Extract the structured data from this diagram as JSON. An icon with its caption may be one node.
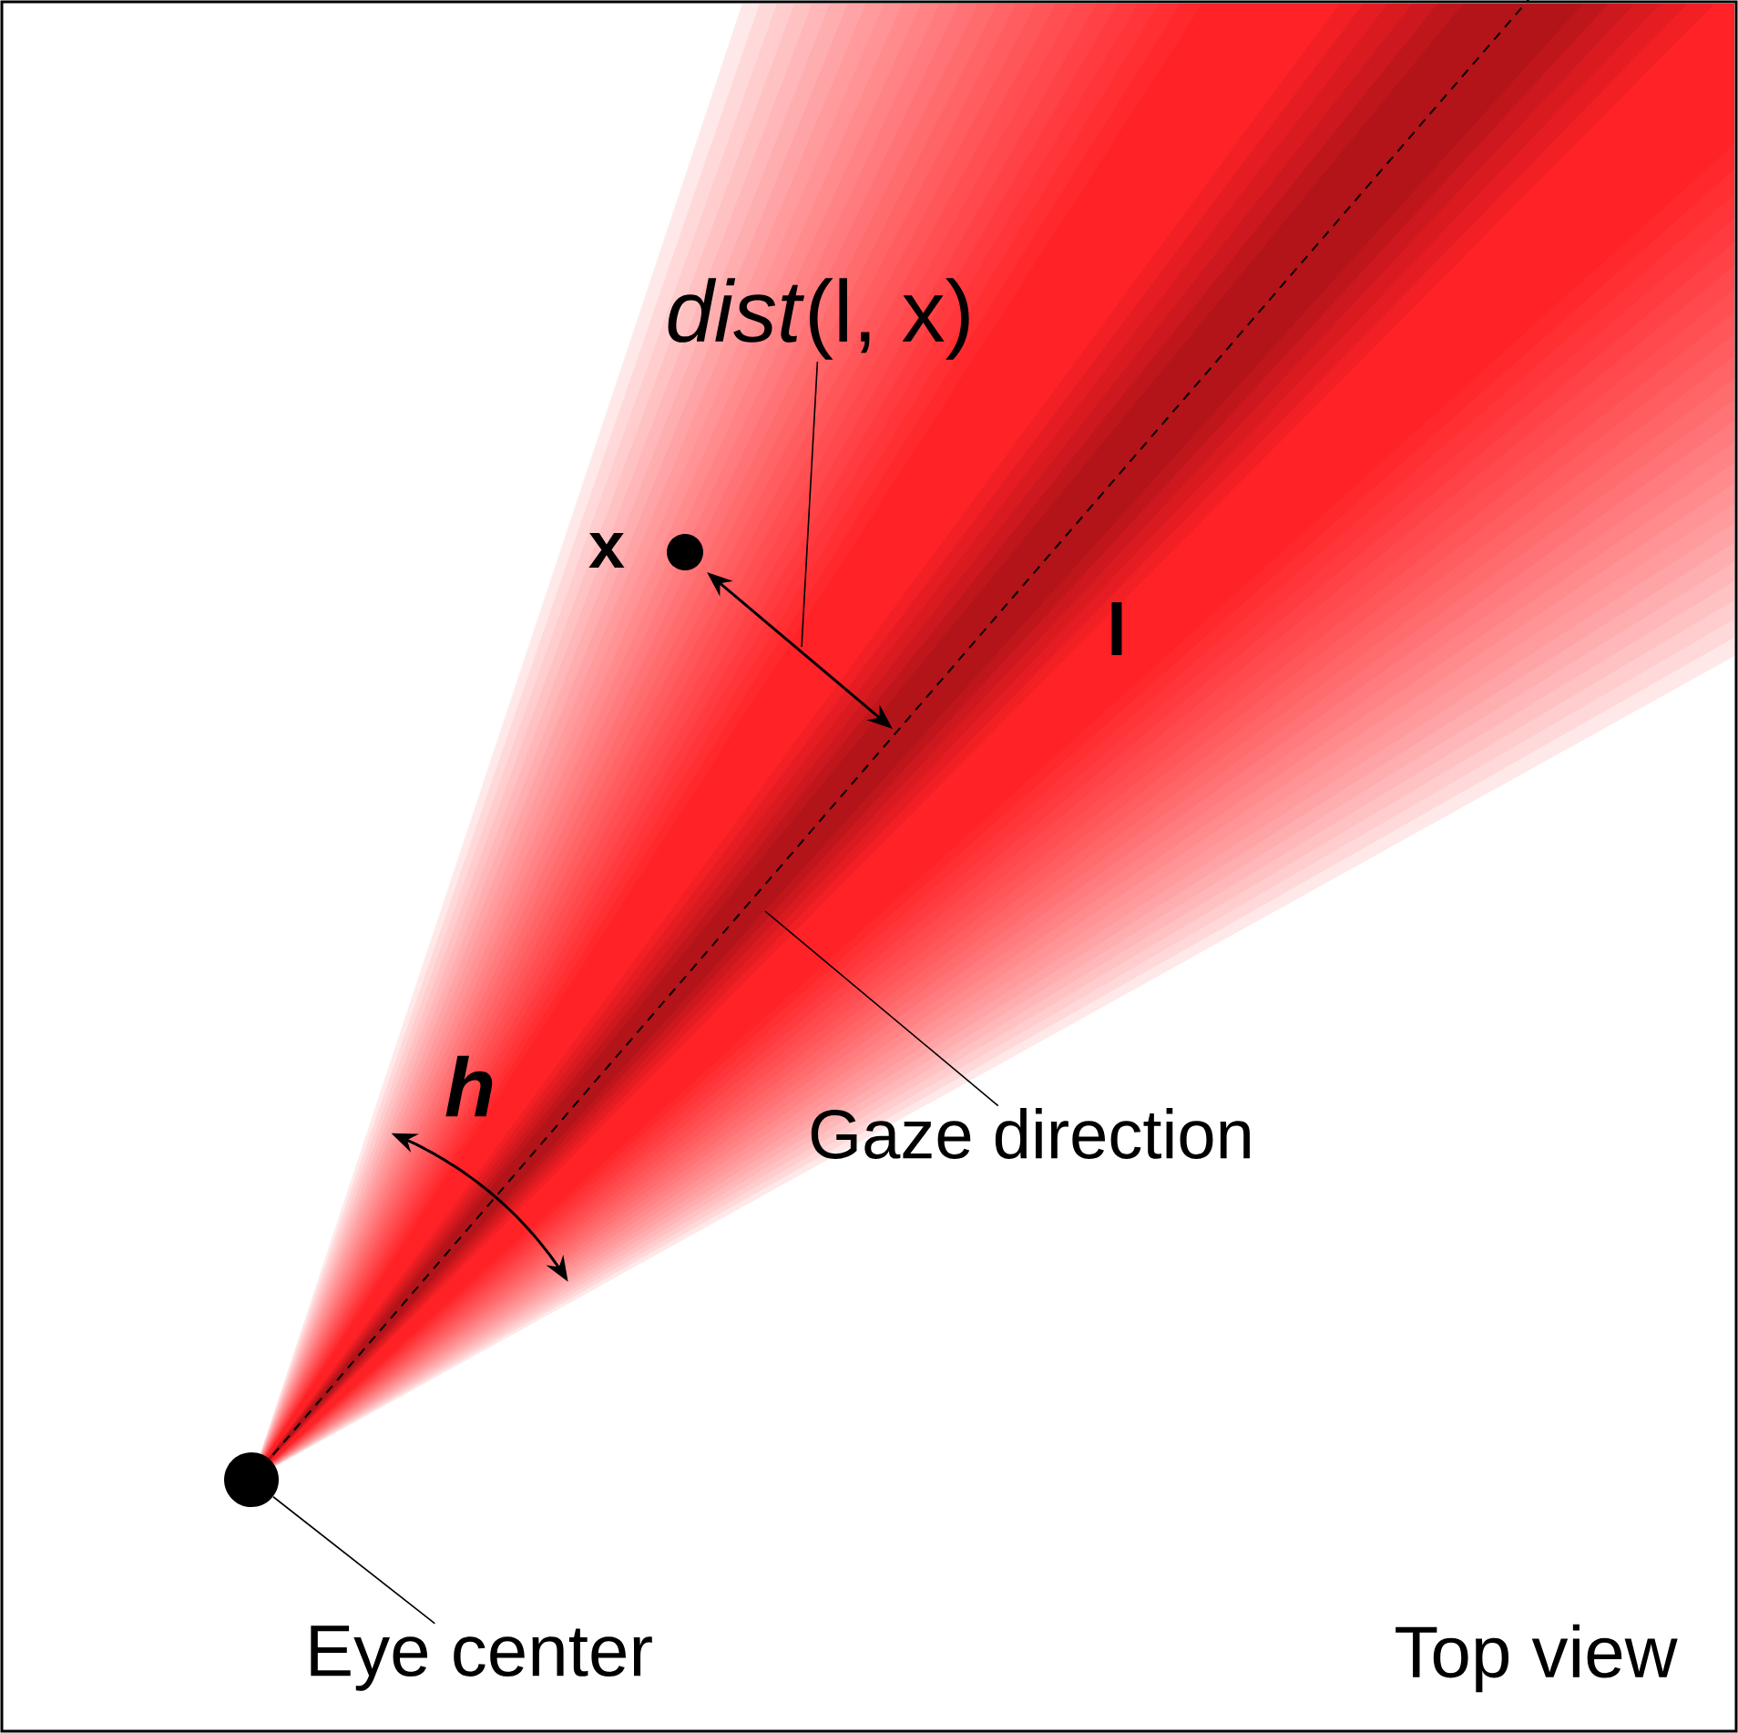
{
  "diagram": {
    "nodes": [
      {
        "text": [
          "*dist*(l, x)"
        ]
      },
      {
        "text": [
          "Gaze direction"
        ]
      },
      {
        "text": [
          "Eye center"
        ]
      },
      {
        "text": [],
        "shape": "circle"
      }
    ],
    "edges": [
      {
        "from": 0,
        "to": null,
        "arrow": "none"
      },
      {
        "from": 1,
        "to": null,
        "arrow": "none"
      },
      {
        "from": 2,
        "to": 3,
        "arrow": "none"
      }
    ],
    "labels": [
      "x",
      "l",
      "h",
      "Top view"
    ]
  }
}
